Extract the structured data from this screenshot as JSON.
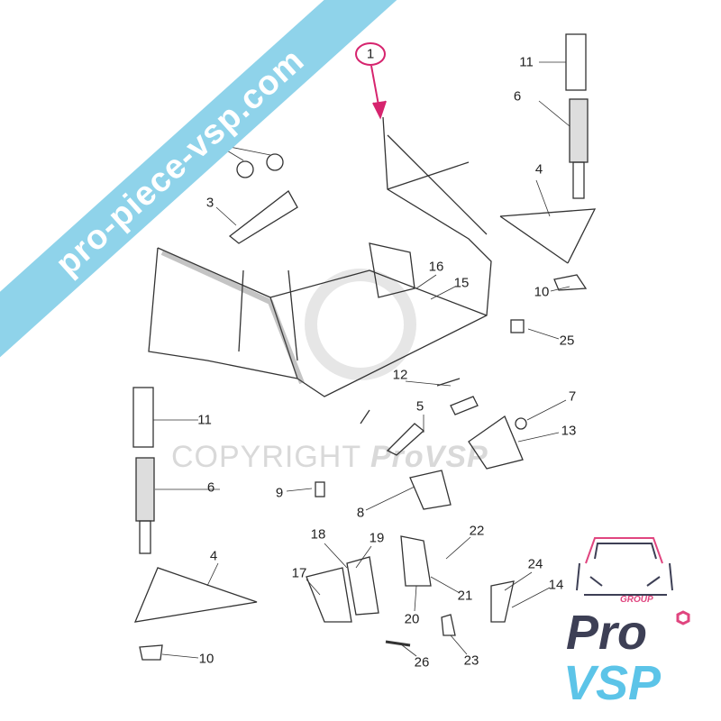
{
  "watermark": {
    "text": "COPYRIGHT",
    "brand": "ProVSP"
  },
  "banner": {
    "text": "pro-piece-vsp.com",
    "color": "#8fd3ea"
  },
  "logo": {
    "line1": "Pro",
    "group": "GROUP",
    "line2": "VSP",
    "colors": {
      "dark": "#3d3f55",
      "blue": "#5cc4e8",
      "pink": "#e0457f"
    }
  },
  "highlight": {
    "label": "1",
    "color": "#d6246e"
  },
  "labels": [
    "3",
    "4",
    "4",
    "5",
    "6",
    "6",
    "7",
    "8",
    "9",
    "10",
    "10",
    "11",
    "11",
    "12",
    "13",
    "14",
    "15",
    "16",
    "17",
    "18",
    "19",
    "20",
    "21",
    "22",
    "23",
    "24",
    "25",
    "26"
  ]
}
